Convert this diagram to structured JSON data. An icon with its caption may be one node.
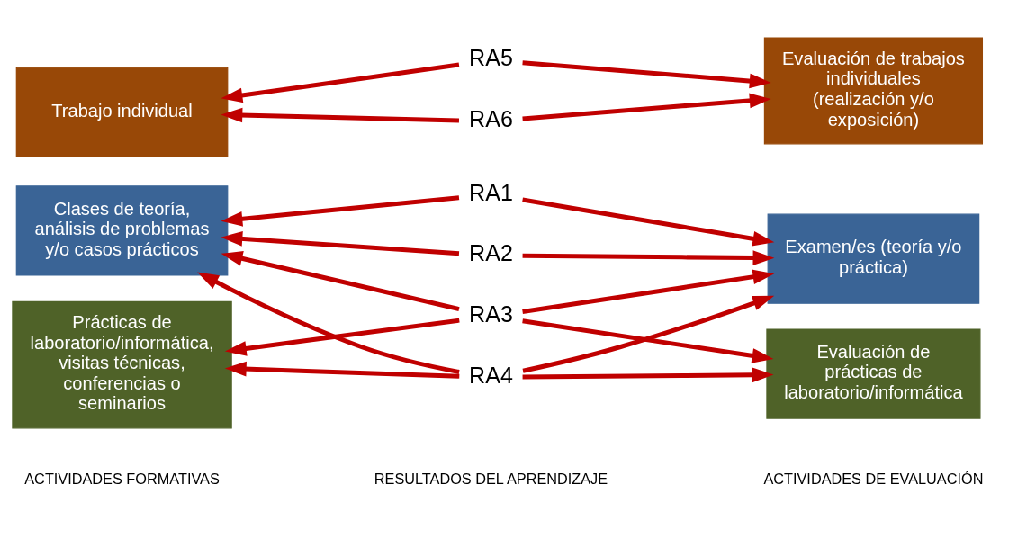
{
  "diagram": {
    "nodes": [
      {
        "text": [
          "Clases de teoría, análisis de problemas y/o casos prácticos"
        ]
      },
      {
        "text": [
          "Prácticas de laboratorio/informática, visitas técnicas, conferencias o seminarios"
        ]
      },
      {
        "text": [
          "Trabajo individual"
        ]
      },
      {
        "text": [
          "RA1"
        ]
      },
      {
        "text": [
          "RA2"
        ]
      },
      {
        "text": [
          "RA3"
        ]
      },
      {
        "text": [
          "RA4"
        ]
      },
      {
        "text": [
          "RA5"
        ]
      },
      {
        "text": [
          "RA6"
        ]
      },
      {
        "text": [
          "Examen/es (teoría y/o práctica)"
        ]
      },
      {
        "text": [
          "Evaluación de prácticas de laboratorio/informática"
        ]
      },
      {
        "text": [
          "Evaluación de trabajos individuales (realización y/o exposición)"
        ]
      }
    ],
    "edges": [
      {
        "from": 3,
        "to": 0,
        "arrow": "to"
      },
      {
        "from": 3,
        "to": 9,
        "arrow": "to"
      },
      {
        "from": 4,
        "to": 0,
        "arrow": "to"
      },
      {
        "from": 4,
        "to": 9,
        "arrow": "to"
      },
      {
        "from": 5,
        "to": 0,
        "arrow": "to"
      },
      {
        "from": 6,
        "to": 0,
        "arrow": "to"
      },
      {
        "from": 5,
        "to": 1,
        "arrow": "to"
      },
      {
        "from": 6,
        "to": 1,
        "arrow": "to"
      },
      {
        "from": 5,
        "to": 9,
        "arrow": "to"
      },
      {
        "from": 6,
        "to": 9,
        "arrow": "to"
      },
      {
        "from": 5,
        "to": 10,
        "arrow": "to"
      },
      {
        "from": 6,
        "to": 10,
        "arrow": "to"
      },
      {
        "from": 7,
        "to": 2,
        "arrow": "to"
      },
      {
        "from": 7,
        "to": 11,
        "arrow": "to"
      },
      {
        "from": 8,
        "to": 2,
        "arrow": "to"
      },
      {
        "from": 8,
        "to": 11,
        "arrow": "to"
      }
    ],
    "labels": [
      "RESULTADOS DEL APRENDIZAJE",
      "ACTIVIDADES FORMATIVAS",
      "ACTIVIDADES DE EVALUACIÓN"
    ]
  }
}
